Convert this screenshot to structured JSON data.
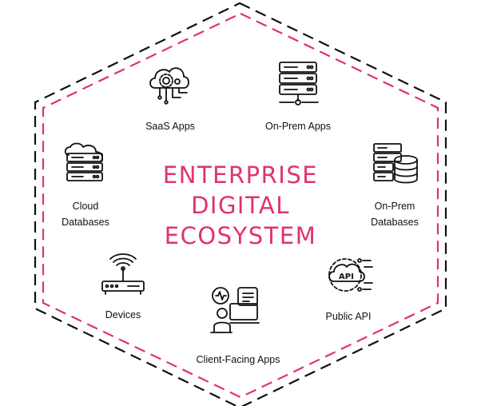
{
  "title": {
    "line1": "ENTERPRISE",
    "line2": "DIGITAL",
    "line3": "ECOSYSTEM"
  },
  "nodes": {
    "saas": {
      "label": "SaaS Apps",
      "icon": "cloud-gear-icon"
    },
    "onprem_apps": {
      "label": "On-Prem Apps",
      "icon": "server-rack-icon"
    },
    "cloud_db": {
      "line1": "Cloud",
      "line2": "Databases",
      "icon": "cloud-server-icon"
    },
    "onprem_db": {
      "line1": "On-Prem",
      "line2": "Databases",
      "icon": "server-database-icon"
    },
    "devices": {
      "label": "Devices",
      "icon": "router-icon"
    },
    "public_api": {
      "label": "Public API",
      "icon": "api-cloud-icon"
    },
    "client_apps": {
      "label": "Client-Facing Apps",
      "icon": "person-dashboard-icon"
    }
  },
  "colors": {
    "accent": "#e0326f",
    "outline": "#111111"
  }
}
